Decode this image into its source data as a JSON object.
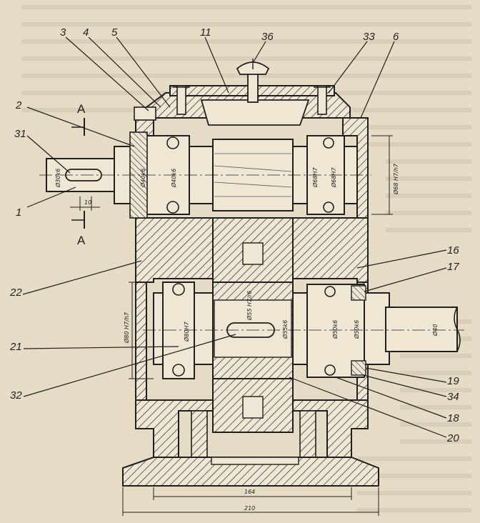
{
  "callouts": {
    "n1": "1",
    "n2": "2",
    "n3": "3",
    "n4": "4",
    "n5": "5",
    "n6": "6",
    "n11": "11",
    "n16": "16",
    "n17": "17",
    "n18": "18",
    "n19": "19",
    "n20": "20",
    "n21": "21",
    "n22": "22",
    "n31": "31",
    "n32": "32",
    "n33": "33",
    "n34": "34",
    "n36": "36"
  },
  "section_marks": {
    "top": "A",
    "bottom": "A"
  },
  "dimensions": {
    "base_inner": "164",
    "base_outer": "210",
    "input_shaft": "Ø30k6",
    "input_bearing_1": "Ø40k6",
    "input_bearing_2": "Ø40k6",
    "input_housing_left": "Ø68H7",
    "input_housing_right": "Ø68H7",
    "input_housing_bore": "Ø68 H7/h7",
    "output_left_bore": "Ø80 H7/h7",
    "output_left_h7": "Ø80H7",
    "output_gear_fit": "Ø55 H7/r6",
    "output_bearing_a": "Ø55k6",
    "output_bearing_b": "Ø50k6",
    "output_bearing_c": "Ø50k6",
    "output_shaft_end": "Ø40",
    "key_width": "10"
  }
}
